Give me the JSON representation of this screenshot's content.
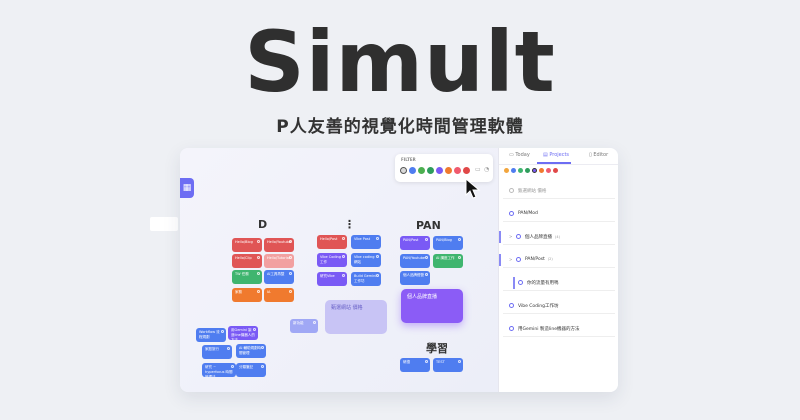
{
  "hero": {
    "title": "Simult",
    "subtitle": "P人友善的視覺化時間管理軟體"
  },
  "filter": {
    "label": "FILTER",
    "colors": [
      "#d9d9d9",
      "#4f7df0",
      "#4caf50",
      "#2e9d5c",
      "#7a5af5",
      "#f07a2e",
      "#f05a6e",
      "#e04848"
    ]
  },
  "columns": [
    {
      "heading": "D"
    },
    {
      "heading": "⋮"
    },
    {
      "heading": "PAN"
    },
    {
      "heading": "學習"
    }
  ],
  "cards": [
    {
      "label": "Hello/Blog",
      "color": "#e05555"
    },
    {
      "label": "Hello/Youtube",
      "color": "#e05555"
    },
    {
      "label": "Hello/Clip",
      "color": "#e05555"
    },
    {
      "label": "Hello/Tutorial",
      "color": "#f2a0a0"
    },
    {
      "label": "TW 任務",
      "color": "#3fb56f"
    },
    {
      "label": "AI工具再整",
      "color": "#4f7df0"
    },
    {
      "label": "家務",
      "color": "#f07a2e"
    },
    {
      "label": "IA",
      "color": "#f07a2e"
    },
    {
      "label": "Hello/Post",
      "color": "#e05555"
    },
    {
      "label": "Vibe Post",
      "color": "#4f7df0"
    },
    {
      "label": "Vibe Coding 工作",
      "color": "#7a5af5"
    },
    {
      "label": "Vibe coding 網站",
      "color": "#4f7df0"
    },
    {
      "label": "研究Vibe",
      "color": "#7a5af5"
    },
    {
      "label": "Build Gemini 工作坊",
      "color": "#4f7df0"
    },
    {
      "label": "PAN/Post",
      "color": "#7a5af5"
    },
    {
      "label": "PAN/Blog",
      "color": "#4f7df0"
    },
    {
      "label": "PAN/Youtube",
      "color": "#4f7df0"
    },
    {
      "label": "AI 講座工作",
      "color": "#3fb56f"
    },
    {
      "label": "個人品牌經營",
      "color": "#4f7df0"
    },
    {
      "label": "Workflow 流程規劃",
      "color": "#4f7df0"
    },
    {
      "label": "用Gemini 製造line機器人的方法",
      "color": "#7a5af5"
    },
    {
      "label": "家庭旅行",
      "color": "#4f7df0"
    },
    {
      "label": "AI 輔助規劃時間管理",
      "color": "#4f7df0"
    },
    {
      "label": "研究 ~ hyperfocus 時間管理法",
      "color": "#4f7df0"
    },
    {
      "label": "分類筆記",
      "color": "#4f7df0"
    },
    {
      "label": "新功能",
      "color": "#a0a8f5"
    },
    {
      "label": "研讀",
      "color": "#4f7df0"
    },
    {
      "label": "TEST",
      "color": "#4f7df0"
    }
  ],
  "big_cards": [
    {
      "label": "甄選網站 價格",
      "color": "#c8c4f5",
      "text_color": "#6a62c8"
    },
    {
      "label": "個人品牌直播",
      "color": "#8b5cf6",
      "text_color": "#ffffff"
    }
  ],
  "sidebar": {
    "tabs": [
      {
        "label": "Today"
      },
      {
        "label": "Projects"
      },
      {
        "label": "Editor"
      }
    ],
    "colors": [
      "#f2a53d",
      "#4f7df0",
      "#3fb56f",
      "#2e9d5c",
      "#7a5af5",
      "#f07a2e",
      "#f05a6e",
      "#e04848"
    ],
    "projects": [
      {
        "label": "甄選網站 價格",
        "muted": true
      },
      {
        "label": "PAN/Mod"
      },
      {
        "label": "個人品牌直播",
        "count": "(4)"
      },
      {
        "label": "PAN/Post",
        "count": "(2)"
      },
      {
        "label": "你的流量有用嗎"
      },
      {
        "label": "Vibe Coding工作坊"
      },
      {
        "label": "用Gemini 製造line機器的方法"
      }
    ]
  }
}
